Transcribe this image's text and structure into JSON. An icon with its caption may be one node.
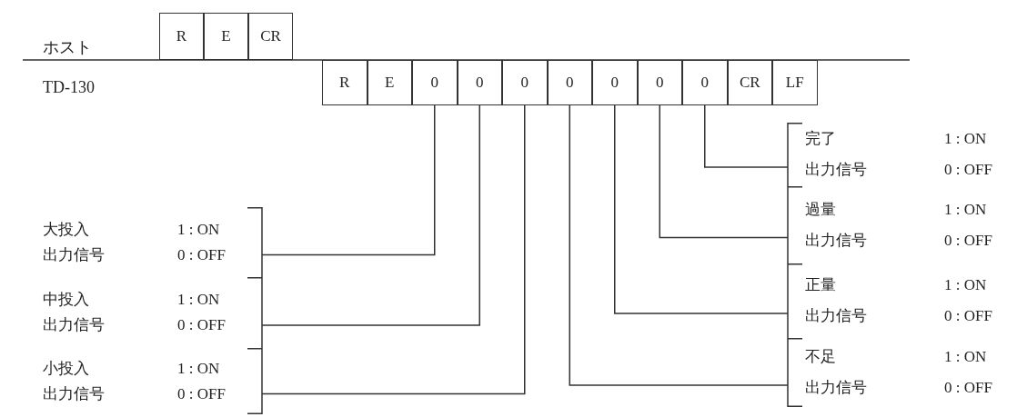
{
  "diagram": {
    "nodes": [
      {
        "text": [
          "R"
        ]
      },
      {
        "text": [
          "E"
        ]
      },
      {
        "text": [
          "CR"
        ]
      },
      {
        "text": [
          "R"
        ]
      },
      {
        "text": [
          "E"
        ]
      },
      {
        "text": [
          "0"
        ]
      },
      {
        "text": [
          "0"
        ]
      },
      {
        "text": [
          "0"
        ]
      },
      {
        "text": [
          "0"
        ]
      },
      {
        "text": [
          "0"
        ]
      },
      {
        "text": [
          "0"
        ]
      },
      {
        "text": [
          "0"
        ]
      },
      {
        "text": [
          "CR"
        ]
      },
      {
        "text": [
          "LF"
        ]
      },
      {
        "text": [
          "大投入",
          "出力信号",
          "1 : ON",
          "0 : OFF"
        ]
      },
      {
        "text": [
          "中投入",
          "出力信号",
          "1 : ON",
          "0 : OFF"
        ]
      },
      {
        "text": [
          "小投入",
          "出力信号",
          "1 : ON",
          "0 : OFF"
        ]
      },
      {
        "text": [
          "完了",
          "出力信号",
          "1 : ON",
          "0 : OFF"
        ]
      },
      {
        "text": [
          "過量",
          "出力信号",
          "1 : ON",
          "0 : OFF"
        ]
      },
      {
        "text": [
          "正量",
          "出力信号",
          "1 : ON",
          "0 : OFF"
        ]
      },
      {
        "text": [
          "不足",
          "出力信号",
          "1 : ON",
          "0 : OFF"
        ]
      }
    ],
    "edges": [
      {
        "from": 5,
        "to": 14,
        "arrow": "none"
      },
      {
        "from": 6,
        "to": 15,
        "arrow": "none"
      },
      {
        "from": 7,
        "to": 16,
        "arrow": "none"
      },
      {
        "from": 8,
        "to": 20,
        "arrow": "none"
      },
      {
        "from": 9,
        "to": 19,
        "arrow": "none"
      },
      {
        "from": 10,
        "to": 18,
        "arrow": "none"
      },
      {
        "from": 11,
        "to": 17,
        "arrow": "none"
      }
    ],
    "labels": [
      "ホスト",
      "TD-130"
    ]
  }
}
